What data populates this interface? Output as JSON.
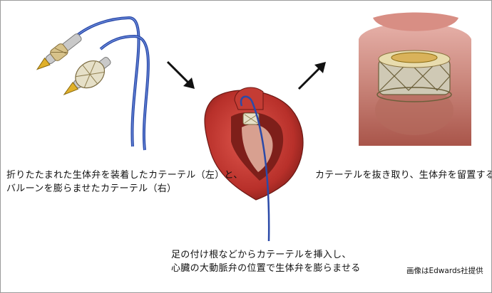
{
  "captions": {
    "catheters_line1": "折りたたまれた生体弁を装着したカテーテル（左）と、",
    "catheters_line2": "バルーンを膨らませたカテーテル（右）",
    "insert_line1": "足の付け根などからカテーテルを挿入し、",
    "insert_line2": "心臓の大動脈弁の位置で生体弁を膨らませる",
    "result": "カテーテルを抜き取り、生体弁を留置する"
  },
  "credit": "画像はEdwards社提供",
  "icons": [
    "catheter-illustration",
    "heart-cross-section",
    "implanted-valve",
    "arrow-down-right",
    "arrow-up-right"
  ],
  "colors": {
    "catheter": "#2b4aa8",
    "tissue": "#b8302a",
    "valve_gold": "#d9b25a",
    "text": "#111111"
  }
}
